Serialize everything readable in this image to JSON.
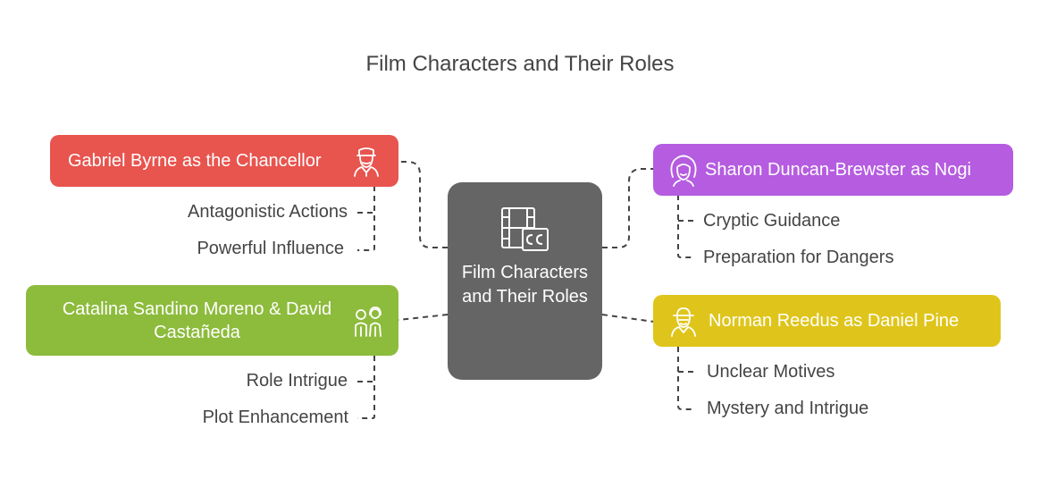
{
  "title": "Film Characters and Their Roles",
  "center": {
    "label": "Film Characters and Their Roles",
    "icon": "film-subtitles-icon"
  },
  "branches": [
    {
      "label": "Gabriel Byrne as the Chancellor",
      "color": "#e8544e",
      "icon": "chancellor-icon",
      "items": [
        "Antagonistic Actions",
        "Powerful Influence"
      ]
    },
    {
      "label": "Catalina Sandino Moreno & David Castañeda",
      "color": "#8dbb3c",
      "icon": "duo-characters-icon",
      "items": [
        "Role Intrigue",
        "Plot Enhancement"
      ]
    },
    {
      "label": "Sharon Duncan-Brewster as Nogi",
      "color": "#b55ce0",
      "icon": "woman-face-icon",
      "items": [
        "Cryptic Guidance",
        "Preparation for Dangers"
      ]
    },
    {
      "label": "Norman Reedus as Daniel Pine",
      "color": "#dfc51b",
      "icon": "explorer-icon",
      "items": [
        "Unclear Motives",
        "Mystery and Intrigue"
      ]
    }
  ]
}
